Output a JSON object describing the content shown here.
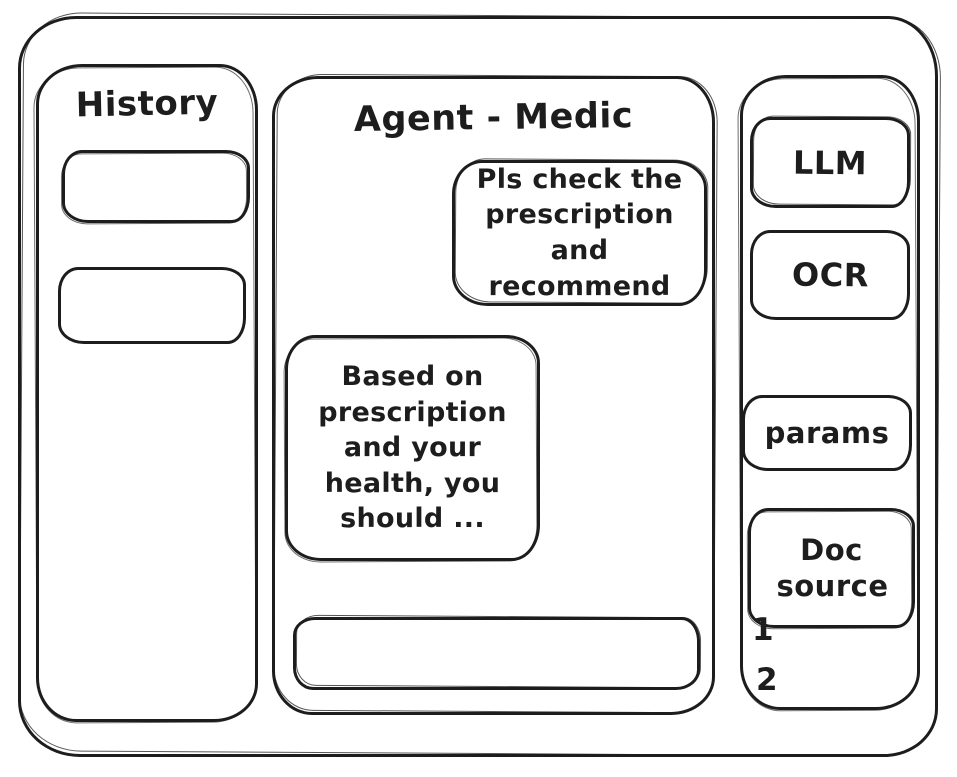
{
  "window": {
    "background_color": "#ffffff",
    "ink_color": "#1d1d1d",
    "style": "hand-drawn wireframe"
  },
  "history_panel": {
    "title": "History",
    "items": [
      {
        "label": ""
      },
      {
        "label": ""
      }
    ]
  },
  "chat_panel": {
    "title": "Agent - Medic",
    "messages": [
      {
        "role": "user",
        "text": "Pls check the prescription and recommend"
      },
      {
        "role": "assistant",
        "text": "Based on prescription and your health, you should ..."
      }
    ],
    "input": {
      "value": ""
    }
  },
  "tools_panel": {
    "buttons": [
      {
        "label": "LLM"
      },
      {
        "label": "OCR"
      },
      {
        "label": "params"
      },
      {
        "label": "Doc source"
      }
    ],
    "doc_items": [
      "1",
      "2"
    ]
  }
}
